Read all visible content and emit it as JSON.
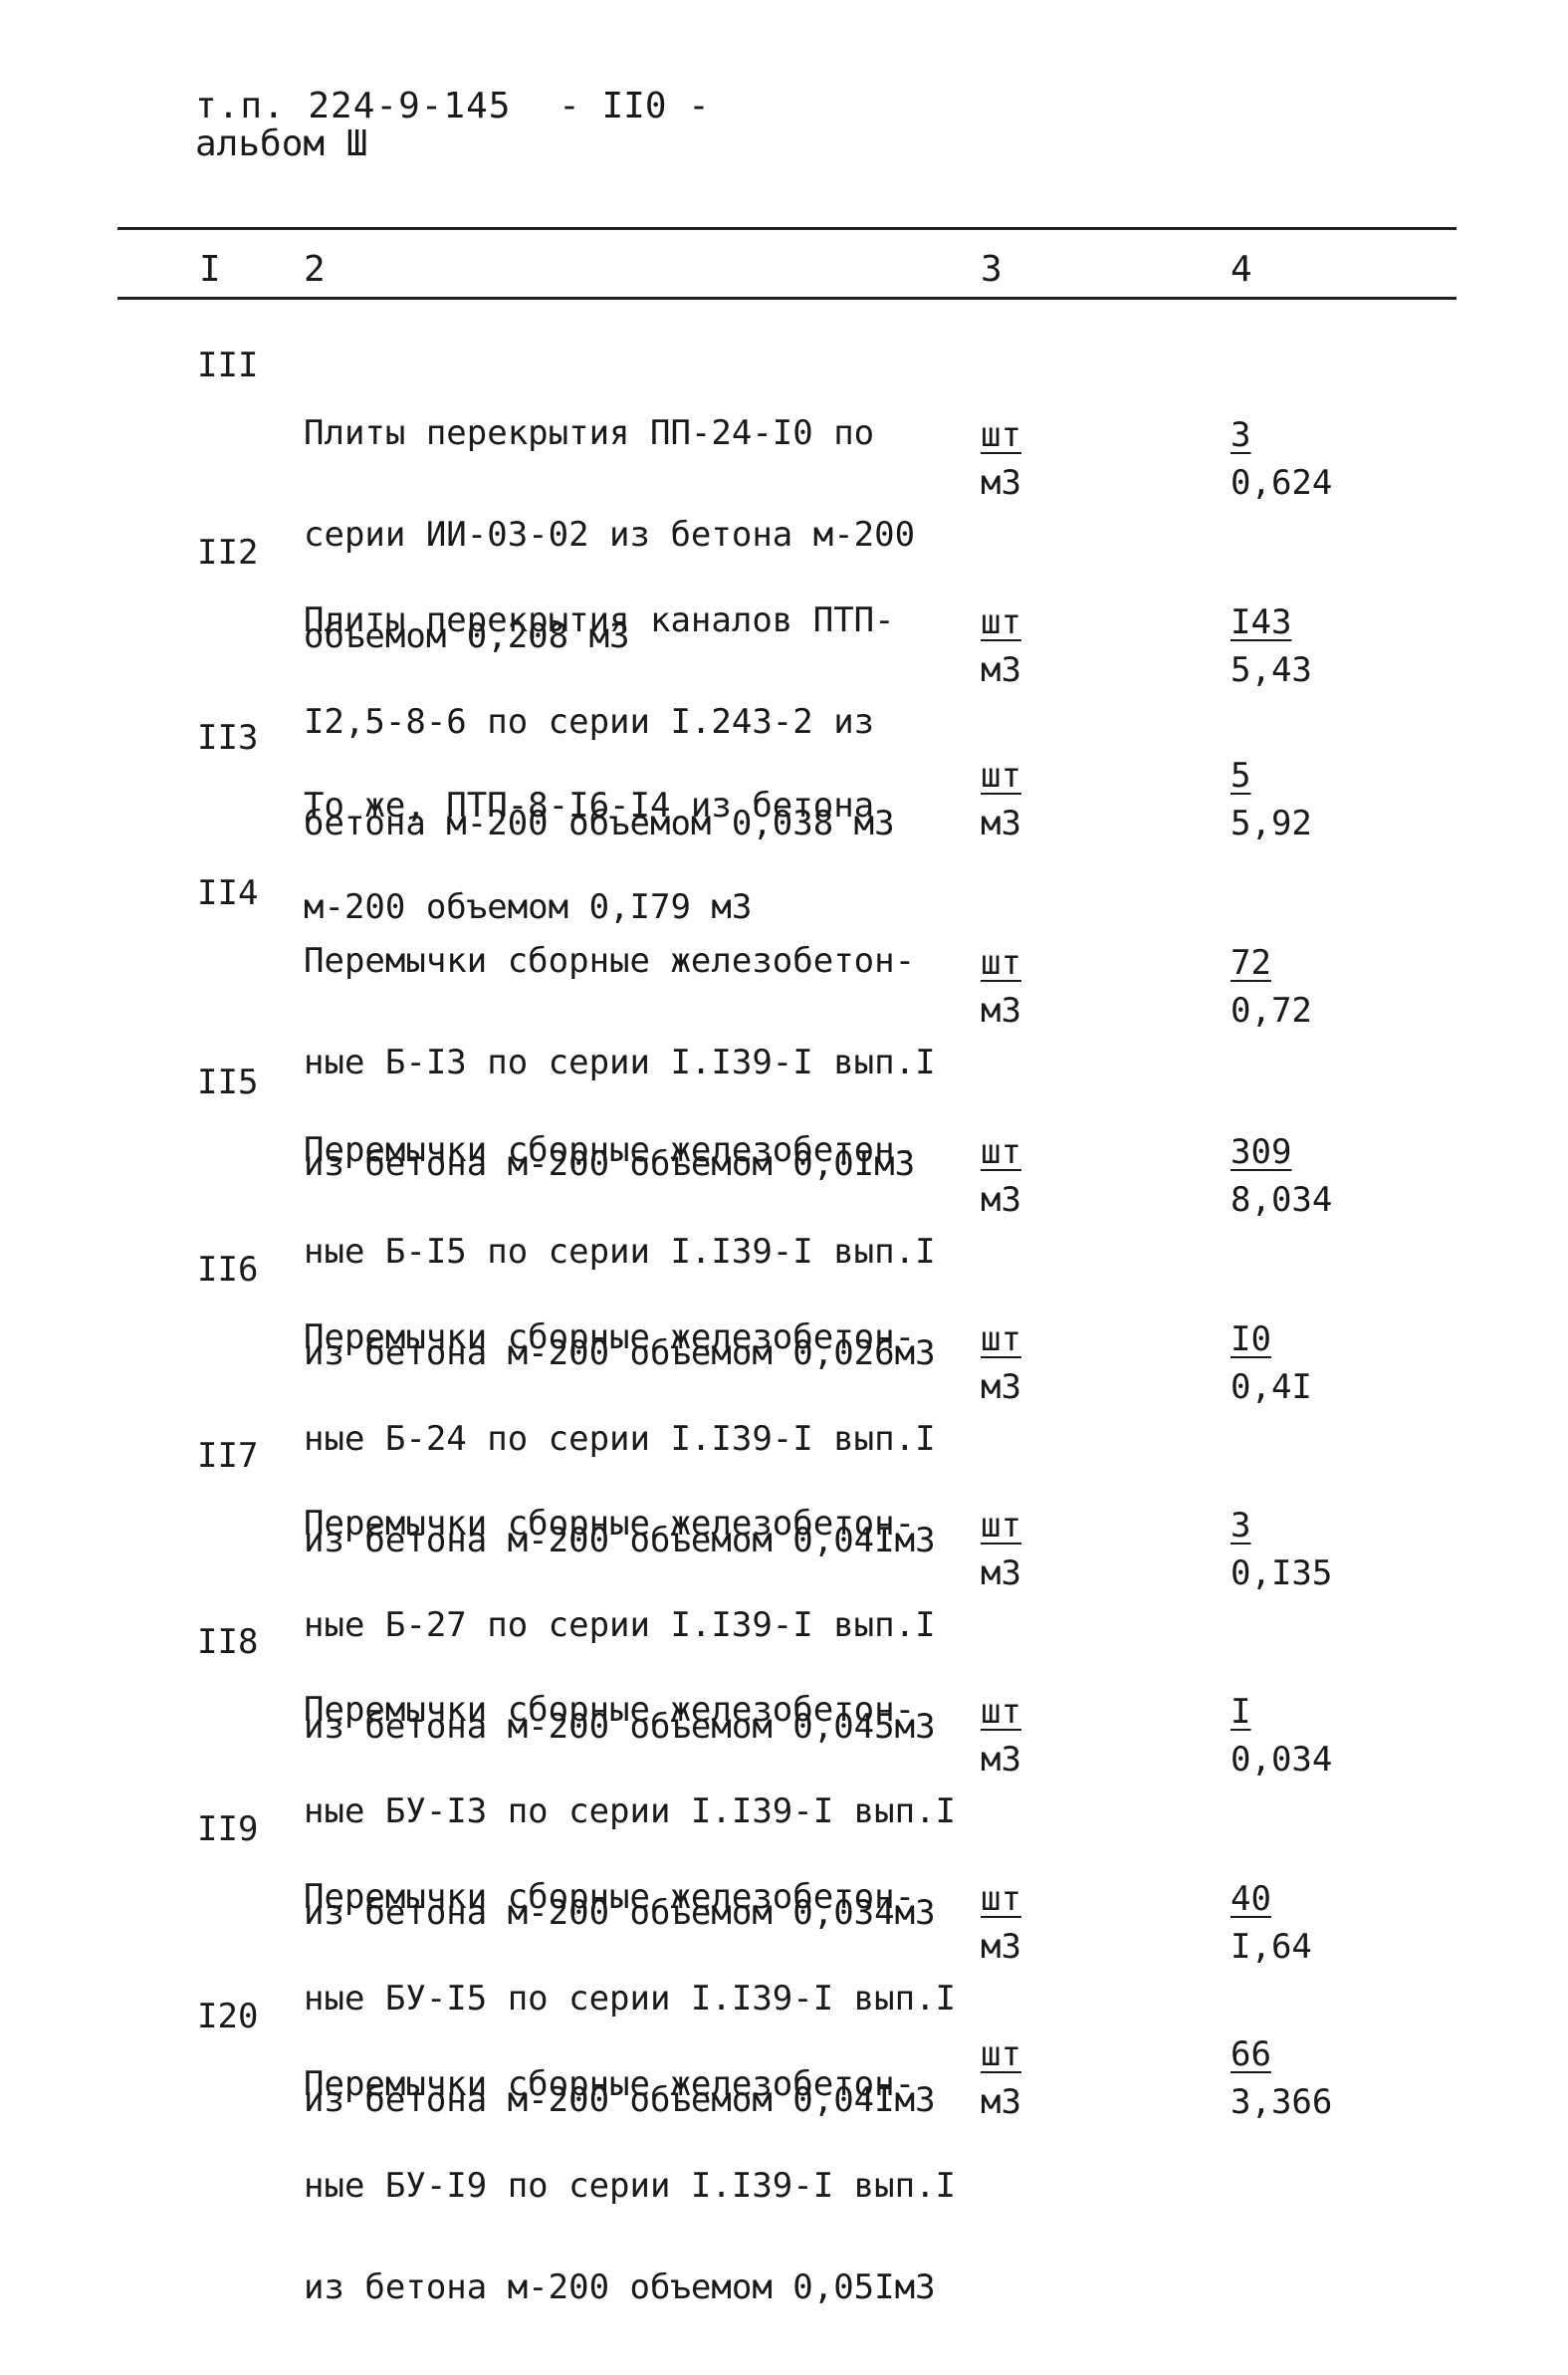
{
  "header": {
    "code": "т.п. 224-9-145",
    "page_no": "- II0 -",
    "album": "альбом Ш"
  },
  "columns": [
    "I",
    "2",
    "3",
    "4"
  ],
  "rows": [
    {
      "num": "III",
      "desc": [
        "Плиты перекрытия ПП-24-I0 по",
        "серии ИИ-03-02 из бетона м-200",
        "объемом 0,208 м3"
      ],
      "unit1": "шт",
      "unit2": "м3",
      "qty": "3",
      "vol": "0,624"
    },
    {
      "num": "II2",
      "desc": [
        "Плиты перекрытия каналов ПТП-",
        "I2,5-8-6 по серии I.243-2 из",
        "бетона м-200 объемом 0,038 м3"
      ],
      "unit1": "шт",
      "unit2": "м3",
      "qty": "I43",
      "vol": "5,43"
    },
    {
      "num": "II3",
      "desc": [
        "То же, ПТП-8-I6-I4 из бетона",
        "м-200 объемом 0,I79 м3"
      ],
      "unit1": "шт",
      "unit2": "м3",
      "qty": "5",
      "vol": "5,92"
    },
    {
      "num": "II4",
      "desc": [
        "Перемычки сборные железобетон-",
        "ные Б-I3 по серии I.I39-I вып.I",
        "из бетона м-200 объемом 0,0Iм3"
      ],
      "unit1": "шт",
      "unit2": "м3",
      "qty": "72",
      "vol": "0,72"
    },
    {
      "num": "II5",
      "desc": [
        "Перемычки сборные железобетон-",
        "ные Б-I5 по серии I.I39-I вып.I",
        "из бетона м-200 объемом 0,026м3"
      ],
      "unit1": "шт",
      "unit2": "м3",
      "qty": "309",
      "vol": "8,034"
    },
    {
      "num": "II6",
      "desc": [
        "Перемычки сборные железобетон-",
        "ные Б-24 по серии I.I39-I вып.I",
        "из бетона м-200 объемом 0,04Iм3"
      ],
      "unit1": "шт",
      "unit2": "м3",
      "qty": "I0",
      "vol": "0,4I"
    },
    {
      "num": "II7",
      "desc": [
        "Перемычки сборные железобетон-",
        "ные Б-27 по серии I.I39-I вып.I",
        "из бетона м-200 объемом 0,045м3"
      ],
      "unit1": "шт",
      "unit2": "м3",
      "qty": "3",
      "vol": "0,I35"
    },
    {
      "num": "II8",
      "desc": [
        "Перемычки сборные железобетон-",
        "ные БУ-I3 по серии I.I39-I вып.I",
        "из бетона м-200 объемом 0,034м3"
      ],
      "unit1": "шт",
      "unit2": "м3",
      "qty": "I",
      "vol": "0,034"
    },
    {
      "num": "II9",
      "desc": [
        "Перемычки сборные железобетон-",
        "ные БУ-I5 по серии I.I39-I вып.I",
        "из бетона м-200 объемом 0,04Iм3"
      ],
      "unit1": "шт",
      "unit2": "м3",
      "qty": "40",
      "vol": "I,64"
    },
    {
      "num": "I20",
      "desc": [
        "Перемычки сборные железобетон-",
        "ные БУ-I9 по серии I.I39-I вып.I",
        "из бетона м-200 объемом 0,05Iм3"
      ],
      "unit1": "шт",
      "unit2": "м3",
      "qty": "66",
      "vol": "3,366"
    }
  ]
}
